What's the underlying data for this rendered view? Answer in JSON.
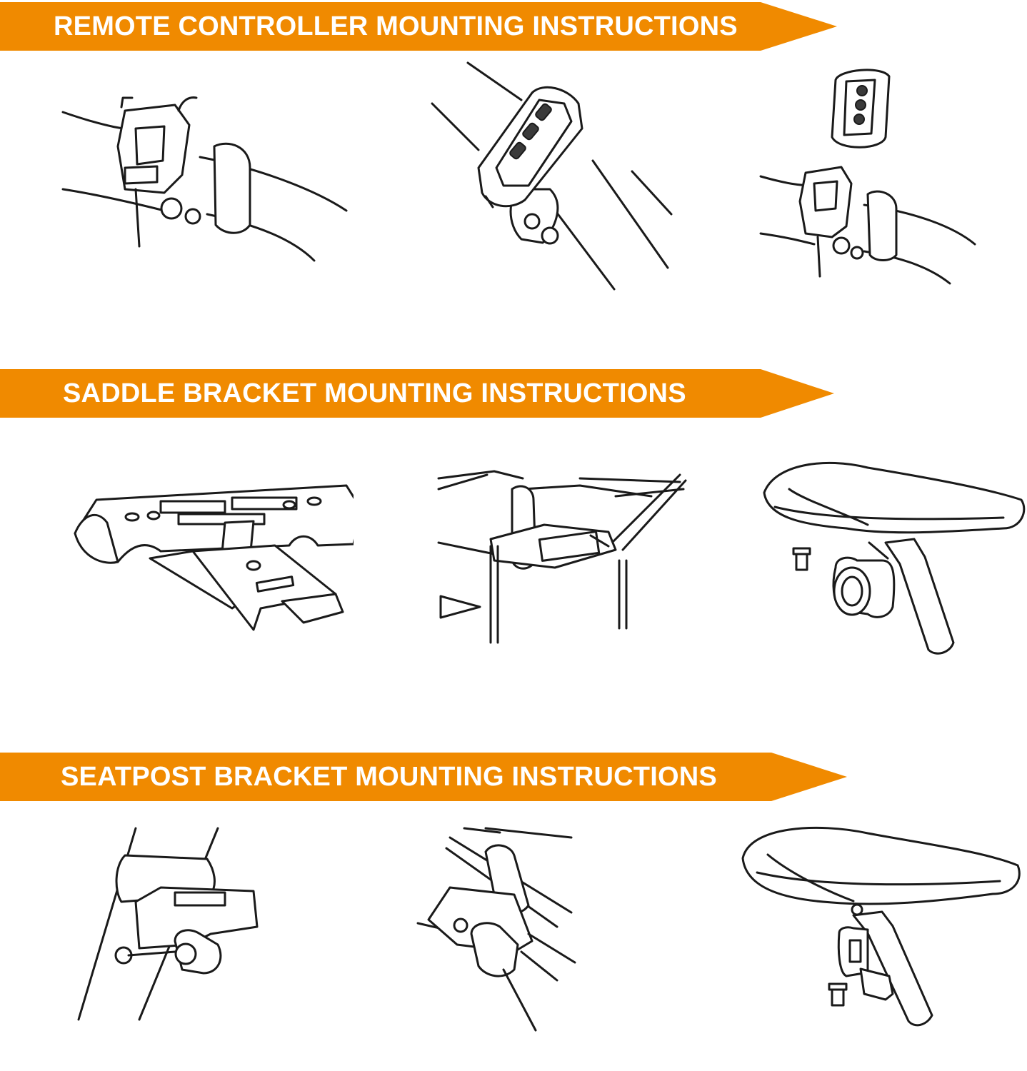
{
  "colors": {
    "banner": "#f08a00",
    "banner_text": "#ffffff",
    "line_art": "#1a1a1a"
  },
  "sections": [
    {
      "title": "REMOTE CONTROLLER MOUNTING INSTRUCTIONS",
      "steps": [
        "handlebar-clip-mount",
        "remote-snap-on",
        "remote-insert-into-clip"
      ]
    },
    {
      "title": "SADDLE BRACKET MOUNTING INSTRUCTIONS",
      "steps": [
        "saddle-bracket-parts",
        "bracket-on-saddle-rails",
        "alarm-under-saddle"
      ]
    },
    {
      "title": "SEATPOST BRACKET MOUNTING INSTRUCTIONS",
      "steps": [
        "seatpost-strap-bracket",
        "bracket-on-seatpost",
        "alarm-on-seatpost"
      ]
    }
  ]
}
